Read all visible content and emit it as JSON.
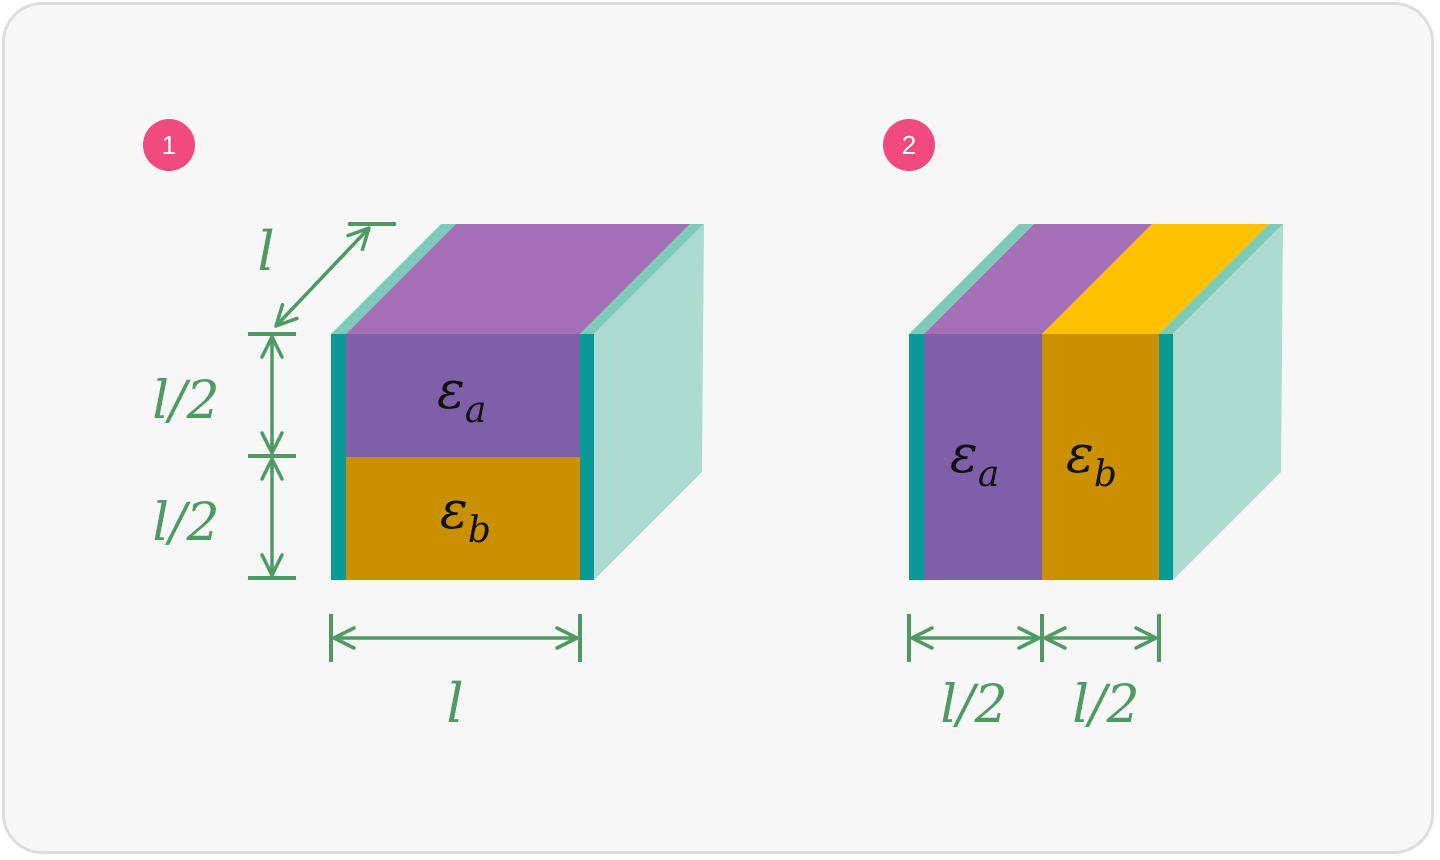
{
  "colors": {
    "background": "#f7f7f8",
    "border": "#dcdcdc",
    "badge": "#f04a7e",
    "dimension_green": "#4f9a62",
    "electrode_front": "#0a9a96",
    "electrode_top": "#7ecbb9",
    "side_face": "#aedbd1",
    "dielectric_a_front": "#7f5fa8",
    "dielectric_a_top": "#a56fb7",
    "dielectric_b_front": "#c99100",
    "dielectric_b_top": "#ffc000",
    "label_text": "#111111"
  },
  "diagram1": {
    "badge": "1",
    "eps_a": {
      "base": "ε",
      "sub": "a"
    },
    "eps_b": {
      "base": "ε",
      "sub": "b"
    },
    "depth_label": "l",
    "height_top_label": "l/2",
    "height_bottom_label": "l/2",
    "width_label": "l"
  },
  "diagram2": {
    "badge": "2",
    "eps_a": {
      "base": "ε",
      "sub": "a"
    },
    "eps_b": {
      "base": "ε",
      "sub": "b"
    },
    "width_left_label": "l/2",
    "width_right_label": "l/2"
  }
}
